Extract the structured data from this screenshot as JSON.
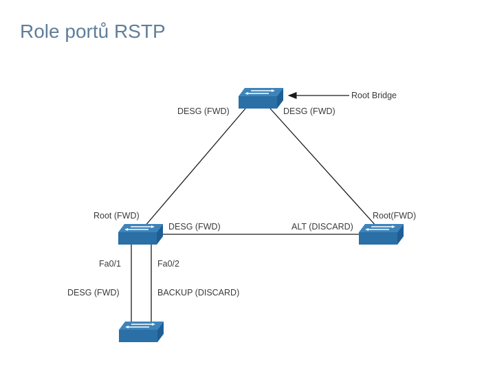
{
  "title": "Role portů RSTP",
  "colors": {
    "title": "#607e9a",
    "switch_top": "#3d84bb",
    "switch_side": "#1d5f95",
    "link": "#1a1a1a",
    "label": "#3a3a3a"
  },
  "diagram": {
    "switches": [
      {
        "id": "root-bridge-switch",
        "icon": "switch-icon"
      },
      {
        "id": "left-switch",
        "icon": "switch-icon"
      },
      {
        "id": "right-switch",
        "icon": "switch-icon"
      },
      {
        "id": "bottom-switch",
        "icon": "switch-icon"
      }
    ],
    "labels": {
      "root_bridge": "Root Bridge",
      "top_left_port": "DESG (FWD)",
      "top_right_port": "DESG (FWD)",
      "left_root_port": "Root (FWD)",
      "left_desg_port": "DESG (FWD)",
      "right_alt_port": "ALT (DISCARD)",
      "right_root_port": "Root(FWD)",
      "fa01": "Fa0/1",
      "fa02": "Fa0/2",
      "bottom_desg_port": "DESG (FWD)",
      "backup_port": "BACKUP (DISCARD)"
    }
  }
}
